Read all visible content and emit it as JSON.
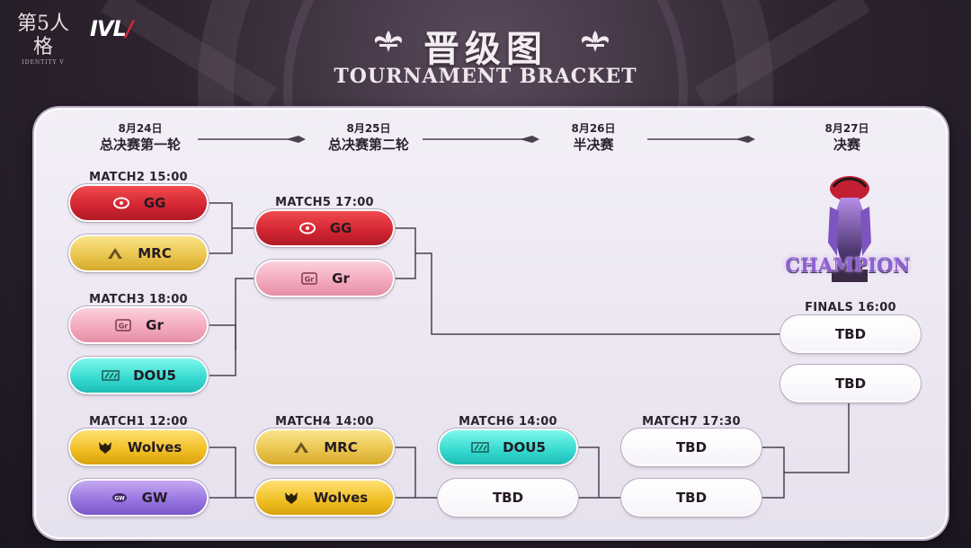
{
  "header": {
    "game_logo": "第5人格",
    "game_logo_sub": "IDENTITY V",
    "league_logo": "IVL",
    "title_zh": "晋级图",
    "title_en": "TOURNAMENT BRACKET"
  },
  "rounds": [
    {
      "date": "8月24日",
      "name": "总决赛第一轮"
    },
    {
      "date": "8月25日",
      "name": "总决赛第二轮"
    },
    {
      "date": "8月26日",
      "name": "半决赛"
    },
    {
      "date": "8月27日",
      "name": "决赛"
    }
  ],
  "matches": {
    "match2": {
      "label": "MATCH2 15:00",
      "teams": [
        "GG",
        "MRC"
      ]
    },
    "match3": {
      "label": "MATCH3 18:00",
      "teams": [
        "Gr",
        "DOU5"
      ]
    },
    "match1": {
      "label": "MATCH1 12:00",
      "teams": [
        "Wolves",
        "GW"
      ]
    },
    "match5": {
      "label": "MATCH5 17:00",
      "teams": [
        "GG",
        "Gr"
      ]
    },
    "match4": {
      "label": "MATCH4 14:00",
      "teams": [
        "MRC",
        "Wolves"
      ]
    },
    "match6": {
      "label": "MATCH6 14:00",
      "teams": [
        "DOU5",
        "TBD"
      ]
    },
    "match7": {
      "label": "MATCH7 17:30",
      "teams": [
        "TBD",
        "TBD"
      ]
    },
    "finals": {
      "label": "FINALS 16:00",
      "teams": [
        "TBD",
        "TBD"
      ]
    }
  },
  "champion_label": "CHAMPION",
  "team_colors": {
    "GG": "#d12431",
    "MRC": "#e9c34b",
    "Gr": "#f3a7bb",
    "DOU5": "#34d9cf",
    "Wolves": "#f0be22",
    "GW": "#9473df",
    "TBD": "#ffffff"
  },
  "icons": {
    "GG": "gg-logo-icon",
    "MRC": "mrc-logo-icon",
    "Gr": "gr-logo-icon",
    "DOU5": "dou5-logo-icon",
    "Wolves": "wolves-logo-icon",
    "GW": "gw-logo-icon",
    "trophy": "trophy-icon",
    "ornament": "fleur-de-lis-icon"
  }
}
